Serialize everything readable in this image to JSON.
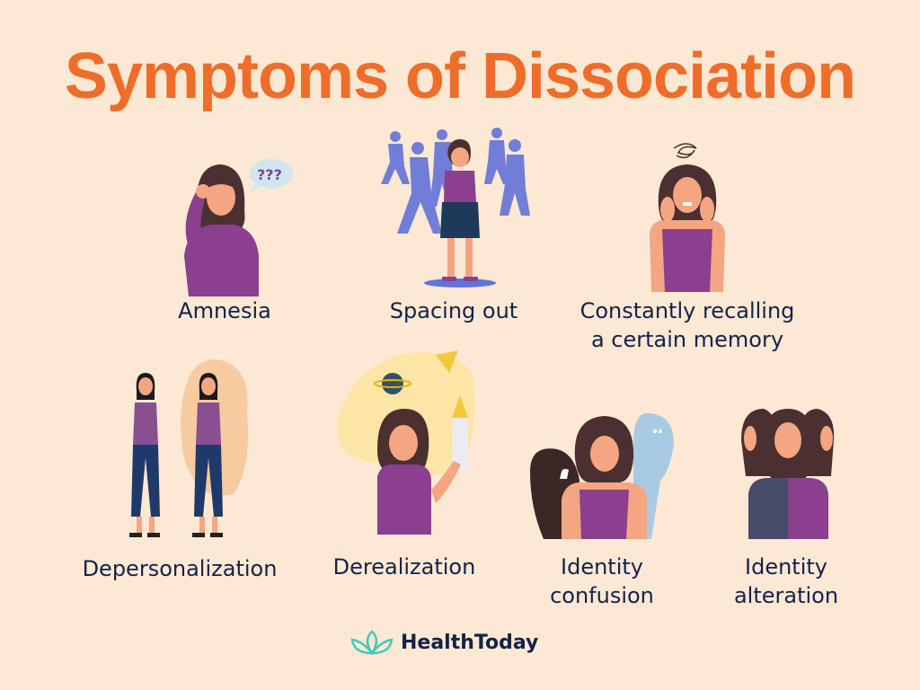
{
  "title": "Symptoms of Dissociation",
  "colors": {
    "background": "#fde8d3",
    "title": "#ef6d2a",
    "label": "#14224a",
    "purple": "#8a3f8f",
    "skin": "#f4a582",
    "hair": "#4a3030",
    "blue": "#5b6fd6",
    "logo": "#43c9b7"
  },
  "symptoms": [
    {
      "label": "Amnesia",
      "icon": "confused-woman-question-marks-icon"
    },
    {
      "label": "Spacing out",
      "icon": "woman-in-crowd-icon"
    },
    {
      "label": "Constantly recalling a certain memory",
      "line1": "Constantly recalling",
      "line2": "a certain memory",
      "icon": "woman-stressed-scribble-icon"
    },
    {
      "label": "Depersonalization",
      "icon": "two-women-mirror-icon"
    },
    {
      "label": "Derealization",
      "icon": "woman-daydream-fantasy-icon"
    },
    {
      "label": "Identity confusion",
      "line1": "Identity",
      "line2": "confusion",
      "icon": "woman-with-ghosts-icon"
    },
    {
      "label": "Identity alteration",
      "line1": "Identity",
      "line2": "alteration",
      "icon": "woman-multiple-faces-icon"
    }
  ],
  "brand": {
    "name": "HealthToday",
    "icon": "lotus-logo-icon"
  }
}
